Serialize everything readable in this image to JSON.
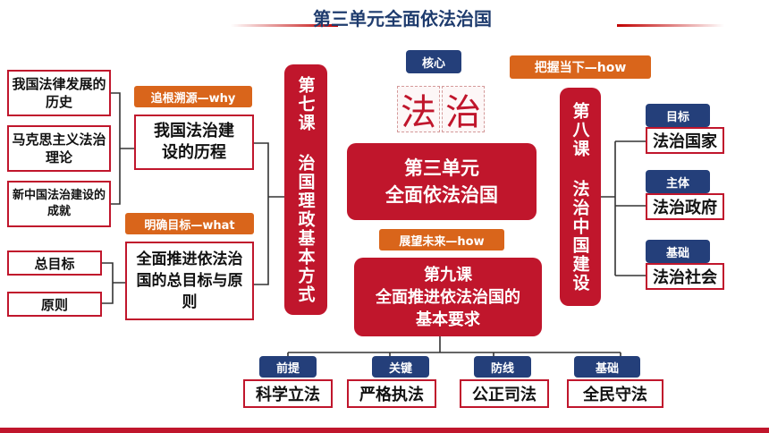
{
  "header": {
    "title": "第三单元全面依法治国"
  },
  "core": {
    "tag": "核心",
    "chars": [
      "法",
      "治"
    ]
  },
  "center": {
    "line1": "第三单元",
    "line2": "全面依法治国"
  },
  "lesson7": {
    "label": "第七课 治国理政基本方式",
    "tag_why": "追根溯源—why",
    "history_box": "我国法治建设的历程",
    "tag_what": "明确目标—what",
    "goal_box": "全面推进依法治国的总目标与原则",
    "left_items": [
      "我国法律发展的历史",
      "马克思主义法治理论",
      "新中国法治建设的成就"
    ],
    "goal_items": [
      "总目标",
      "原则"
    ]
  },
  "lesson8": {
    "label": "第八课 法治中国建设",
    "tag_how": "把握当下—how",
    "items": [
      {
        "tag": "目标",
        "text": "法治国家"
      },
      {
        "tag": "主体",
        "text": "法治政府"
      },
      {
        "tag": "基础",
        "text": "法治社会"
      }
    ]
  },
  "lesson9": {
    "tag_how": "展望未来—how",
    "line1": "第九课",
    "line2": "全面推进依法治国的",
    "line3": "基本要求",
    "items": [
      {
        "tag": "前提",
        "text": "科学立法"
      },
      {
        "tag": "关键",
        "text": "严格执法"
      },
      {
        "tag": "防线",
        "text": "公正司法"
      },
      {
        "tag": "基础",
        "text": "全民守法"
      }
    ]
  }
}
